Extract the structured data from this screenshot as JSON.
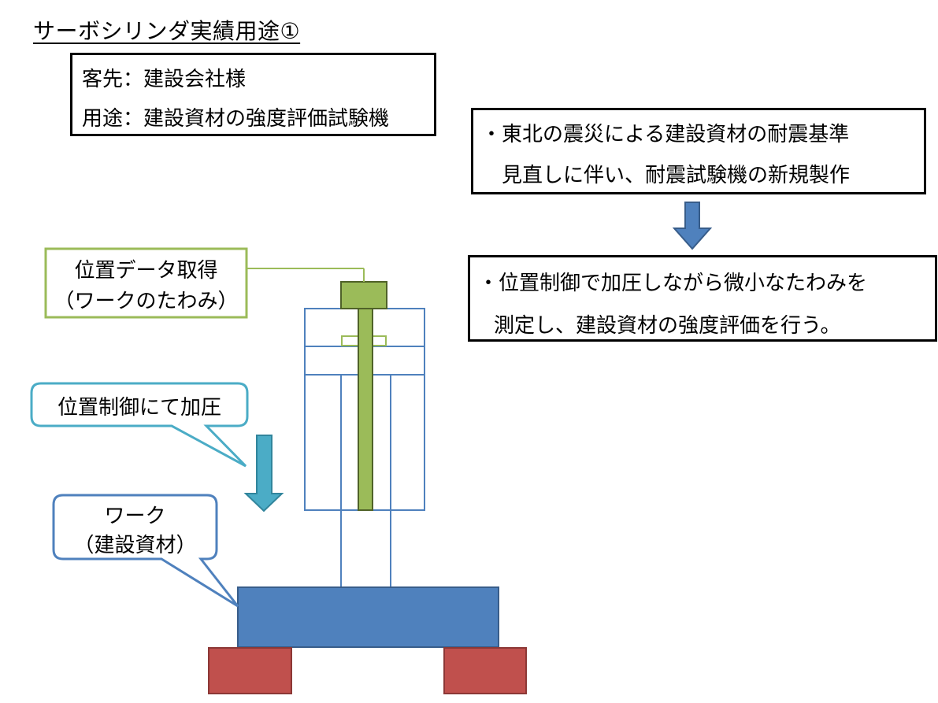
{
  "title": "サーボシリンダ実績用途①",
  "info_box": {
    "customer": "客先：建設会社様",
    "usage": "用途：建設資材の強度評価試験機"
  },
  "background_box": {
    "line1": "・東北の震災による建設資材の耐震基準",
    "line2": "見直しに伴い、耐震試験機の新規製作"
  },
  "result_box": {
    "line1": "・位置制御で加圧しながら微小なたわみを",
    "line2": "測定し、建設資材の強度評価を行う。"
  },
  "callouts": {
    "position_data": {
      "line1": "位置データ取得",
      "line2": "（ワークのたわみ）"
    },
    "pressure": {
      "text": "位置制御にて加圧"
    },
    "work": {
      "line1": "ワーク",
      "line2": "（建設資材）"
    }
  },
  "colors": {
    "cylinder_outline": "#4f81bd",
    "rod_green": "#9bbb59",
    "rod_green_dark": "#4f6228",
    "base_blue": "#4f81bd",
    "feet_red": "#c0504d",
    "flow_arrow_blue": "#4f81bd",
    "pressure_arrow": "#4bacc6",
    "callout_cyan_border": "#4bacc6",
    "callout_green_border": "#9bbb59",
    "callout_blue_border": "#4f81bd"
  }
}
